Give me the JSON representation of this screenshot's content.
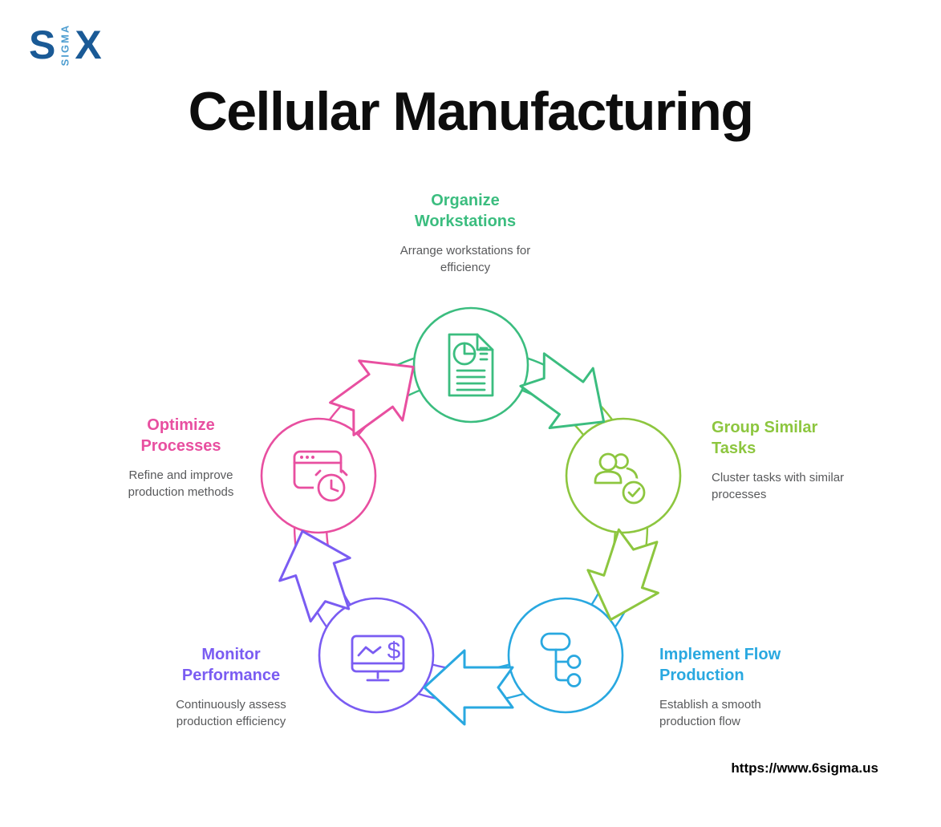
{
  "page": {
    "title": "Cellular Manufacturing",
    "url": "https://www.6sigma.us",
    "background": "#ffffff",
    "title_color": "#0d0d0d",
    "text_gray": "#58595b"
  },
  "logo": {
    "s": "S",
    "sigma": "SIGMA",
    "x": "X",
    "dark_blue": "#1a5a96",
    "light_blue": "#4d9dd0"
  },
  "steps": [
    {
      "id": "organize-workstations",
      "title": "Organize\nWorkstations",
      "description": "Arrange workstations for\nefficiency",
      "color": "#3bbd7f",
      "icon": "report-document-icon",
      "position": "top"
    },
    {
      "id": "group-similar-tasks",
      "title": "Group Similar\nTasks",
      "description": "Cluster tasks with similar\nprocesses",
      "color": "#8dc63f",
      "icon": "team-check-icon",
      "position": "right"
    },
    {
      "id": "implement-flow-production",
      "title": "Implement Flow\nProduction",
      "description": "Establish a smooth\nproduction flow",
      "color": "#29a8e0",
      "icon": "flowchart-icon",
      "position": "bottom-right"
    },
    {
      "id": "monitor-performance",
      "title": "Monitor\nPerformance",
      "description": "Continuously assess\nproduction efficiency",
      "color": "#7a5cf2",
      "icon": "monitor-chart-icon",
      "position": "bottom-left"
    },
    {
      "id": "optimize-processes",
      "title": "Optimize\nProcesses",
      "description": "Refine and improve\nproduction methods",
      "color": "#e84fa0",
      "icon": "browser-clock-icon",
      "position": "left"
    }
  ],
  "icons": {
    "dollar_glyph": "$"
  }
}
